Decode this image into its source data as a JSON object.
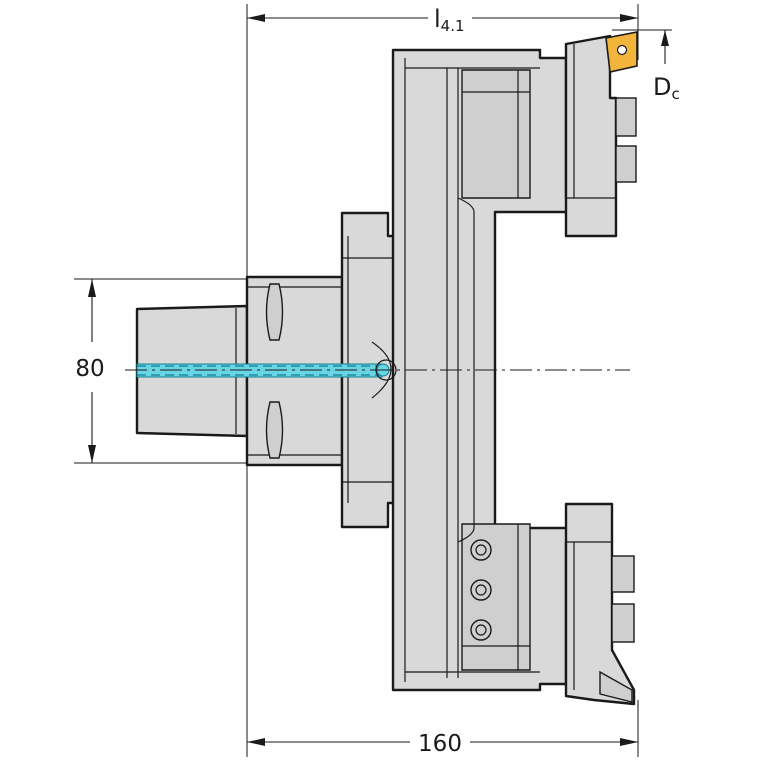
{
  "dimensions": {
    "overall_length_symbol": "l",
    "overall_length_subscript": "4.1",
    "cutting_diameter_symbol": "D",
    "cutting_diameter_subscript": "c",
    "shank_diameter_value": "80",
    "body_length_value": "160"
  },
  "colors": {
    "body_fill": "#d9d9d9",
    "outline": "#1a1a1a",
    "coolant": "#69d5e4",
    "insert": "#f3b43c"
  }
}
